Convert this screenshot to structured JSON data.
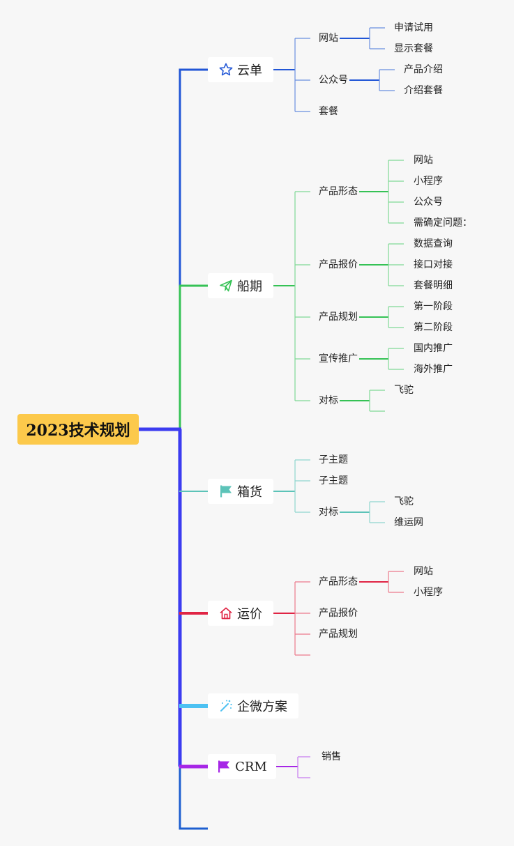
{
  "root": {
    "label": "2023技术规划"
  },
  "branches": [
    {
      "label": "云单",
      "icon": "star-icon",
      "color": "#2156d6",
      "light": "#6a8fe0",
      "children": [
        {
          "label": "网站",
          "children": [
            {
              "label": "申请试用"
            },
            {
              "label": "显示套餐"
            }
          ]
        },
        {
          "label": "公众号",
          "children": [
            {
              "label": "产品介绍"
            },
            {
              "label": "介绍套餐"
            }
          ]
        },
        {
          "label": "套餐"
        }
      ]
    },
    {
      "label": "船期",
      "icon": "paper-plane-icon",
      "color": "#35c255",
      "light": "#7fd995",
      "children": [
        {
          "label": "产品形态",
          "children": [
            {
              "label": "网站"
            },
            {
              "label": "小程序"
            },
            {
              "label": "公众号"
            },
            {
              "label": "需确定问题："
            }
          ]
        },
        {
          "label": "产品报价",
          "children": [
            {
              "label": "数据查询"
            },
            {
              "label": "接口对接"
            },
            {
              "label": "套餐明细"
            }
          ]
        },
        {
          "label": "产品规划",
          "children": [
            {
              "label": "第一阶段"
            },
            {
              "label": "第二阶段"
            }
          ]
        },
        {
          "label": "宣传推广",
          "children": [
            {
              "label": "国内推广"
            },
            {
              "label": "海外推广"
            }
          ]
        },
        {
          "label": "对标",
          "children": [
            {
              "label": "飞驼"
            },
            {
              "label": ""
            }
          ]
        }
      ]
    },
    {
      "label": "箱货",
      "icon": "flag-icon",
      "color": "#5cc3b8",
      "light": "#8fd6ce",
      "children": [
        {
          "label": "子主题"
        },
        {
          "label": "子主题"
        },
        {
          "label": "对标",
          "children": [
            {
              "label": "飞驼"
            },
            {
              "label": "维运网"
            }
          ]
        }
      ]
    },
    {
      "label": "运价",
      "icon": "home-icon",
      "color": "#e02444",
      "light": "#ec7a8c",
      "children": [
        {
          "label": "产品形态",
          "children": [
            {
              "label": "网站"
            },
            {
              "label": "小程序"
            }
          ]
        },
        {
          "label": "产品报价"
        },
        {
          "label": "产品规划"
        },
        {
          "label": ""
        }
      ]
    },
    {
      "label": "企微方案",
      "icon": "magic-wand-icon",
      "color": "#4cc1f2",
      "light": "#8ad6f6",
      "children": []
    },
    {
      "label": "CRM",
      "icon": "flag-icon",
      "color": "#a626e6",
      "light": "#c77cef",
      "children": [
        {
          "label": "销售"
        },
        {
          "label": ""
        }
      ]
    }
  ],
  "colors": {
    "root_fill": "#fcc94b",
    "trunk": "#3c3cf0",
    "tail": "#1e5fd0",
    "background": "#f7f7f7"
  }
}
